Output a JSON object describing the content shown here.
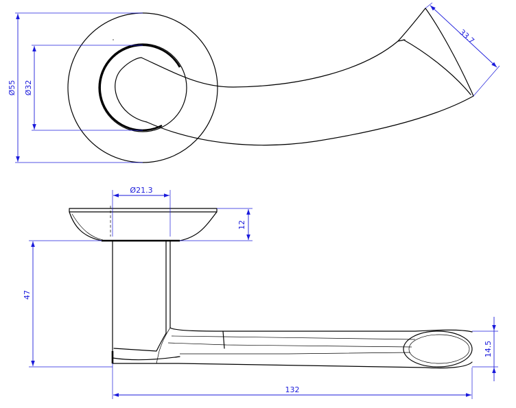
{
  "colors": {
    "outline": "#000000",
    "dimension": "#1a1adb",
    "background": "#ffffff"
  },
  "top_view": {
    "dimensions": {
      "rose_diameter": "Ø55",
      "neck_diameter": "Ø32",
      "lever_end_width": "33.7"
    }
  },
  "side_view": {
    "dimensions": {
      "spindle_diameter": "Ø21.3",
      "rose_height": "12",
      "neck_height": "47",
      "lever_thickness": "14.5",
      "lever_length": "132"
    }
  }
}
